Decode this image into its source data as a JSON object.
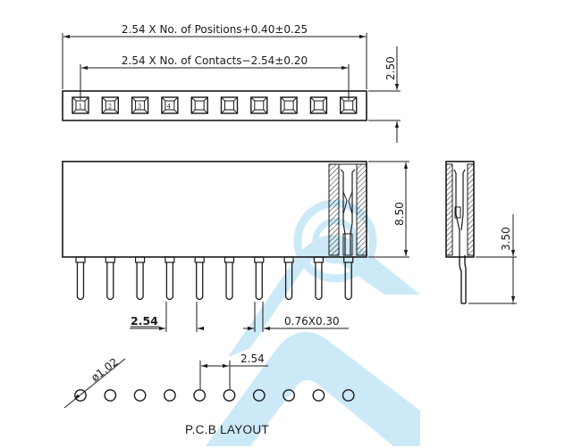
{
  "dimensions": {
    "overall_length": "2.54 X No. of Positions+0.40±0.25",
    "contact_span": "2.54 X No. of Contacts−2.54±0.20",
    "top_height": "2.50",
    "body_height": "8.50",
    "tail_length": "3.50",
    "pitch": "2.54",
    "pin_size": "0.76X0.30",
    "hole_diameter": "ø1.02",
    "pcb_pitch": "2.54"
  },
  "pin_numbers": [
    "1",
    "2",
    "3",
    "4"
  ],
  "labels": {
    "pcb_layout": "P.C.B LAYOUT"
  },
  "colors": {
    "ink": "#1a1a1a",
    "watermark": "#8fd0ee"
  }
}
